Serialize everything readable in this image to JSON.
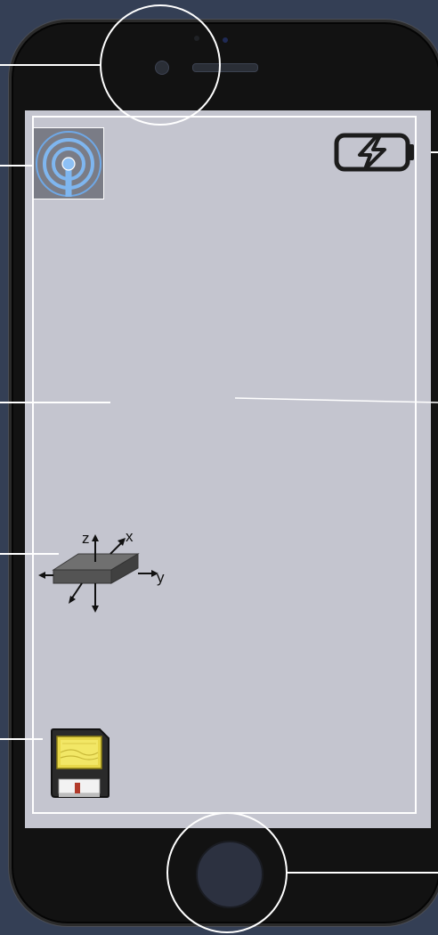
{
  "diagram": {
    "components": [
      {
        "id": "front-camera",
        "icon": "camera-speaker-icon"
      },
      {
        "id": "antenna",
        "icon": "wifi-antenna-icon"
      },
      {
        "id": "battery",
        "icon": "battery-charging-icon"
      },
      {
        "id": "display-left",
        "icon": "display-region"
      },
      {
        "id": "display-right",
        "icon": "display-region"
      },
      {
        "id": "accelerometer",
        "icon": "accelerometer-icon"
      },
      {
        "id": "storage",
        "icon": "sd-card-icon"
      },
      {
        "id": "home-button",
        "icon": "home-button-icon"
      }
    ],
    "accelerometer_axes": {
      "z": "z",
      "x": "x",
      "y": "y"
    }
  },
  "colors": {
    "background": "#343f55",
    "phone_body": "#121212",
    "screen": "#c4c5cf",
    "outline": "#ffffff",
    "antenna_blue": "#6fa8e6",
    "sd_gold": "#e8d84a"
  }
}
